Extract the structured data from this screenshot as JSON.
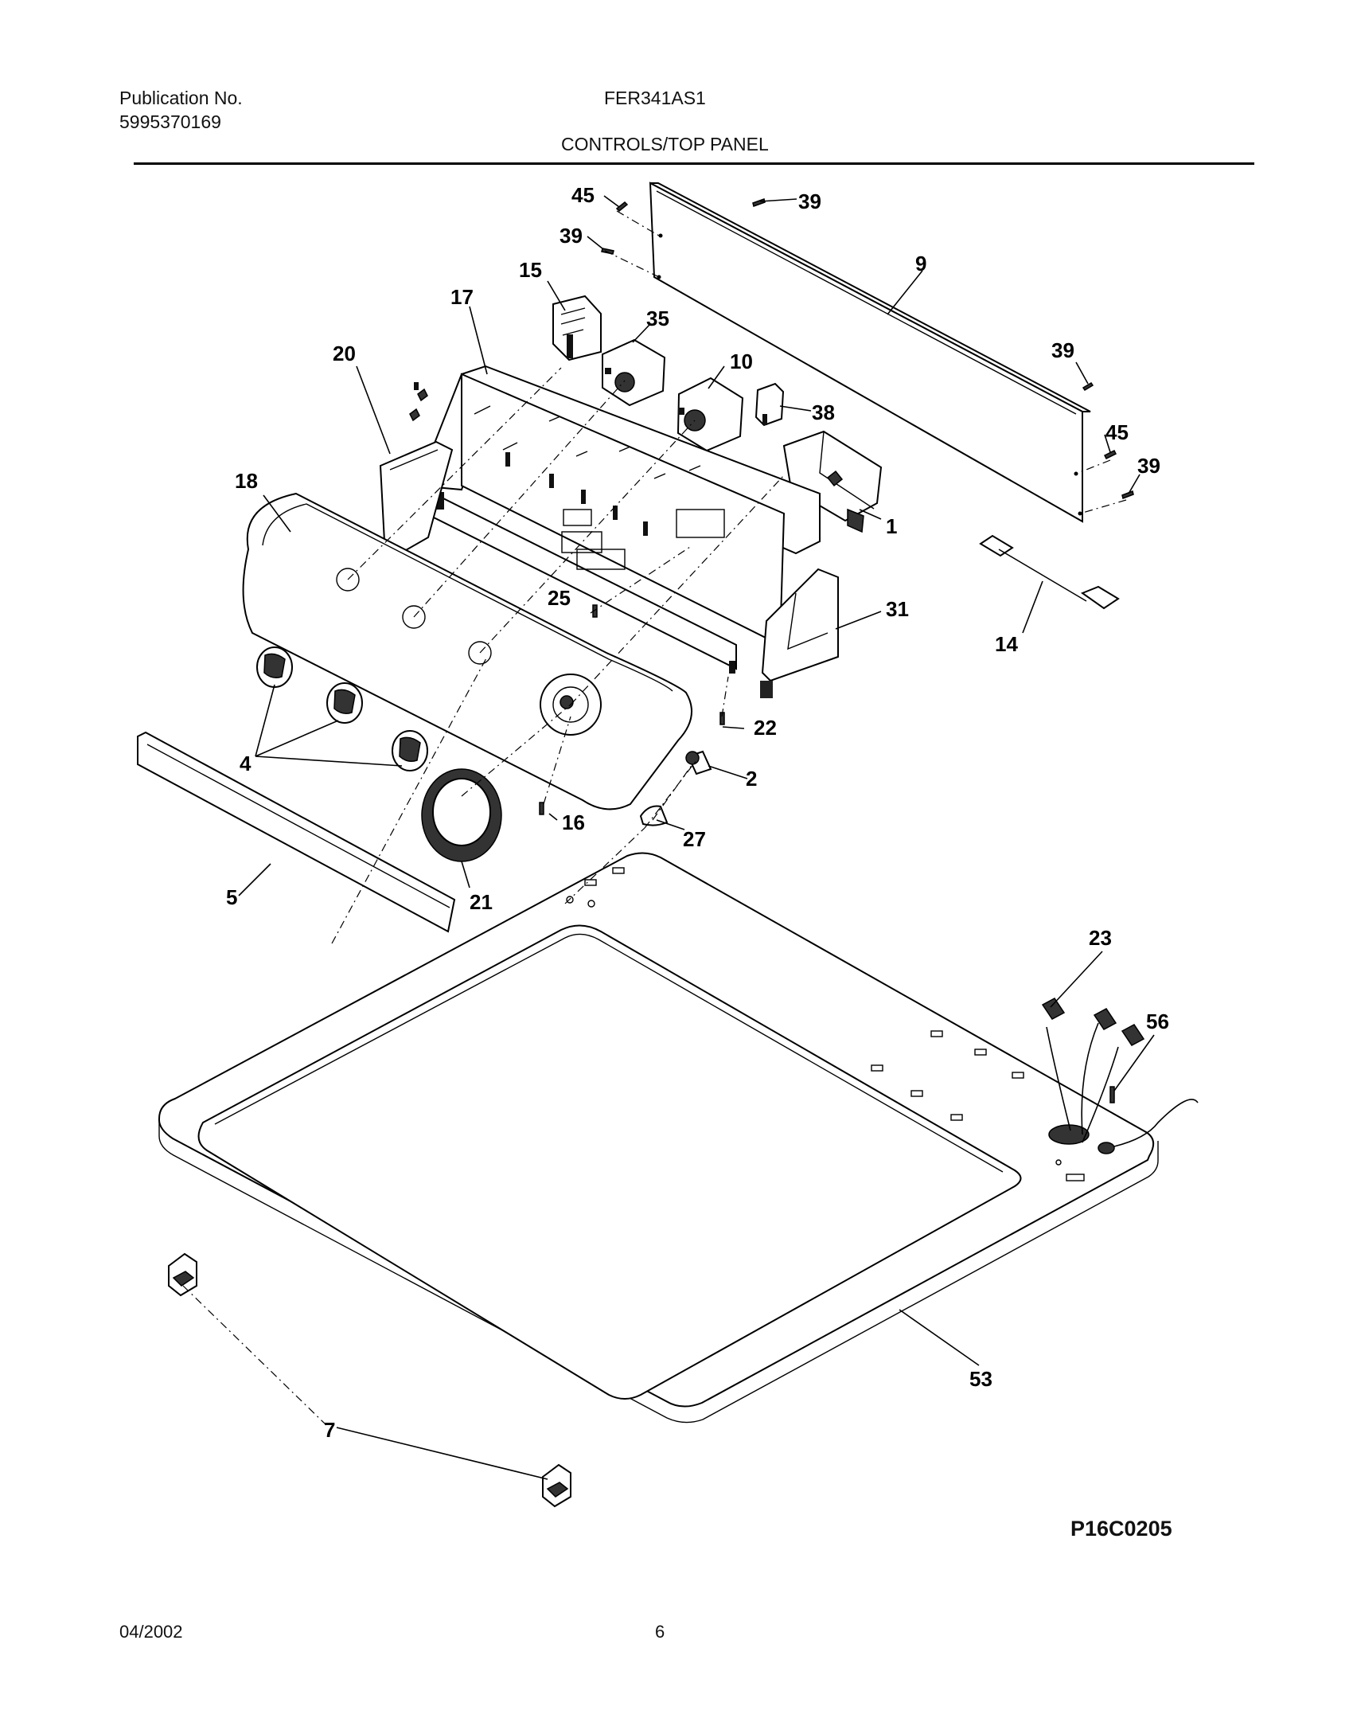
{
  "header": {
    "publication_label": "Publication No.",
    "publication_number": "5995370169",
    "model": "FER341AS1",
    "section_title": "CONTROLS/TOP PANEL"
  },
  "callouts": {
    "c45a": "45",
    "c39a": "39",
    "c39b": "39",
    "c9": "9",
    "c15": "15",
    "c17": "17",
    "c35": "35",
    "c10": "10",
    "c20": "20",
    "c39c": "39",
    "c38": "38",
    "c45b": "45",
    "c39d": "39",
    "c18": "18",
    "c1": "1",
    "c25": "25",
    "c31": "31",
    "c14": "14",
    "c22": "22",
    "c4": "4",
    "c2": "2",
    "c16": "16",
    "c27": "27",
    "c5": "5",
    "c21": "21",
    "c23": "23",
    "c56": "56",
    "c53": "53",
    "c7": "7"
  },
  "diagram_code": "P16C0205",
  "footer": {
    "date": "04/2002",
    "page": "6"
  }
}
